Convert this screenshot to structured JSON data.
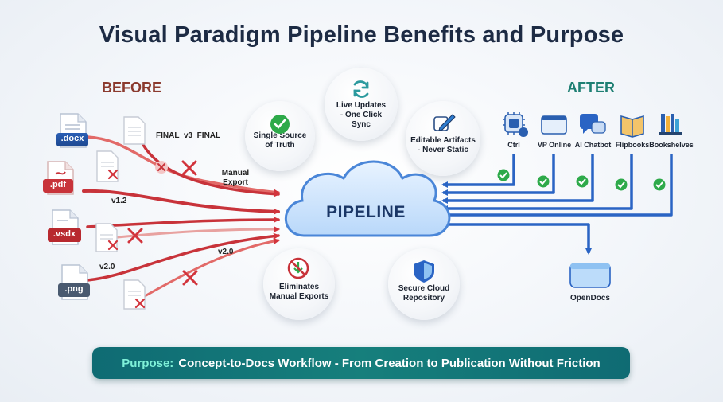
{
  "title": "Visual Paradigm Pipeline Benefits and Purpose",
  "before_label": "BEFORE",
  "after_label": "AFTER",
  "files": [
    "docx",
    "pdf",
    "vsdx",
    "png"
  ],
  "file_labels": [
    ".docx",
    ".pdf",
    ".vsdx",
    ".png"
  ],
  "annotations": {
    "final": "FINAL_v3_FINAL",
    "manual_export": [
      "Manual",
      "Export"
    ],
    "v12": "v1.2",
    "v20_left": "v2.0",
    "v20_right": "v2.0"
  },
  "pipeline_label": "PIPELINE",
  "benefits": [
    {
      "icon": "check-circle-icon",
      "lines": [
        "Single Source",
        "of Truth"
      ]
    },
    {
      "icon": "sync-icon",
      "lines": [
        "Live Updates",
        "- One Click",
        "Sync"
      ]
    },
    {
      "icon": "edit-icon",
      "lines": [
        "Editable Artifacts",
        "- Never Static"
      ]
    },
    {
      "icon": "no-download-icon",
      "lines": [
        "Eliminates",
        "Manual Exports"
      ]
    },
    {
      "icon": "shield-icon",
      "lines": [
        "Secure Cloud",
        "Repository"
      ]
    }
  ],
  "targets": [
    {
      "icon": "ai-chip-icon",
      "label": "Ctrl"
    },
    {
      "icon": "browser-window-icon",
      "label": "VP Online"
    },
    {
      "icon": "chat-ai-icon",
      "label": "AI Chatbot"
    },
    {
      "icon": "flipbook-icon",
      "label": "Flipbooks"
    },
    {
      "icon": "bookshelf-icon",
      "label": "Bookshelves"
    }
  ],
  "opendocs_label": "OpenDocs",
  "purpose": {
    "lead": "Purpose:",
    "text": "Concept-to-Docs Workflow - From Creation to Publication Without Friction"
  },
  "colors": {
    "before_red": "#c8333a",
    "after_blue": "#2e6fce",
    "check_green": "#2eaa4a",
    "purpose_teal": "#157a7a"
  }
}
